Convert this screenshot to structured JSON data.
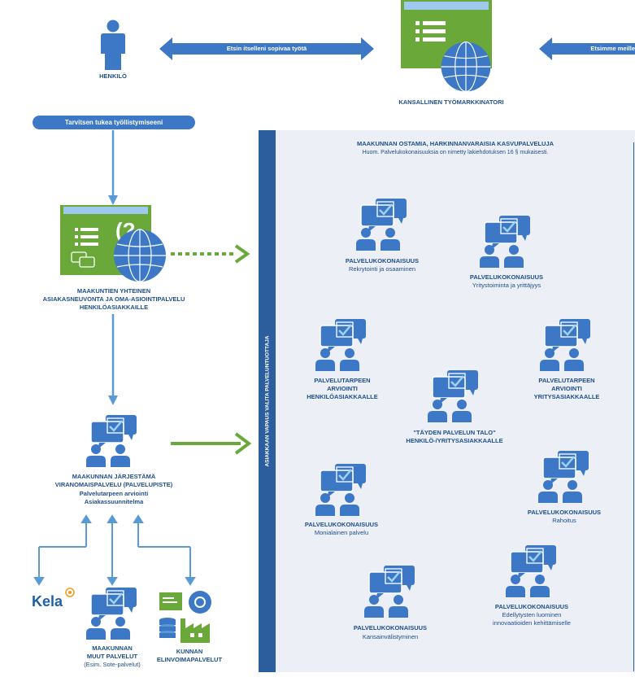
{
  "colors": {
    "blue": "#3c78c6",
    "dark_blue": "#1d4f8c",
    "green": "#6aa83a",
    "light_green": "#8cc063",
    "panel": "#eceff6",
    "strip": "#2c5e9e"
  },
  "top": {
    "person_label": "HENKILÖ",
    "arrow_left_label": "Etsin itselleni sopivaa työtä",
    "arrow_right_label": "Etsimme meille",
    "national_label": "KANSALLINEN TYÖMARKKINATORI"
  },
  "support_banner": "Tarvitsen tukea työllistymiseeni",
  "advisory": {
    "line1": "MAAKUNTIEN YHTEINEN",
    "line2": "ASIAKASNEUVONTA JA OMA-ASIOINTIPALVELU",
    "line3": "HENKILÖASIAKKAILLE"
  },
  "authority": {
    "line1": "MAAKUNNAN JÄRJESTÄMÄ",
    "line2": "VIRANOMAISPALVELU (PALVELUPISTE)",
    "line3": "Palvelutarpeen arviointi",
    "line4": "Asiakassuunnitelma"
  },
  "bottom": {
    "kela": "Kela",
    "other_line1": "MAAKUNNAN",
    "other_line2": "MUUT PALVELUT",
    "other_line3": "(Esim. Sote-palvelut)",
    "municipal_line1": "KUNNAN",
    "municipal_line2": "ELINVOIMAPALVELUT"
  },
  "panel": {
    "title": "MAAKUNNAN OSTAMIA, HARKINNANVARAISIA KASVUPALVELUJA",
    "note": "Huom. Palvelukokonaisuuksia on nimetty lakiehdotuksen 16 § mukaisesti.",
    "vertical_label": "ASIAKKAAN VAPAUS VALITA PALVELUNTUOTTAJA",
    "services": {
      "s1": {
        "title": "PALVELUKOKONAISUUS",
        "sub": "Rekrytointi ja osaaminen"
      },
      "s2": {
        "title": "PALVELUKOKONAISUUS",
        "sub": "Yritystoiminta ja yrittäjyys"
      },
      "s3": {
        "l1": "PALVELUTARPEEN",
        "l2": "ARVIOINTI",
        "l3": "HENKILÖASIAKKAALLE"
      },
      "s4": {
        "l1": "PALVELUTARPEEN",
        "l2": "ARVIOINTI",
        "l3": "YRITYSASIAKKAALLE"
      },
      "s5": {
        "l1": "\"TÄYDEN PALVELUN TALO\"",
        "l2": "HENKILÖ-/YRITYSASIAKKAALLE"
      },
      "s6": {
        "title": "PALVELUKOKONAISUUS",
        "sub": "Monialainen palvelu"
      },
      "s7": {
        "title": "PALVELUKOKONAISUUS",
        "sub": "Rahoitus"
      },
      "s8": {
        "title": "PALVELUKOKONAISUUS",
        "l2": "Edellytysten luominen",
        "l3": "innovaatioiden kehittämiselle"
      },
      "s9": {
        "title": "PALVELUKOKONAISUUS",
        "sub": "Kansainvälistyminen"
      }
    }
  },
  "icon_names": [
    "person-icon",
    "globe-icon",
    "screen-icon",
    "chat-people-icon",
    "kela-logo",
    "factory-icon",
    "coins-icon"
  ]
}
